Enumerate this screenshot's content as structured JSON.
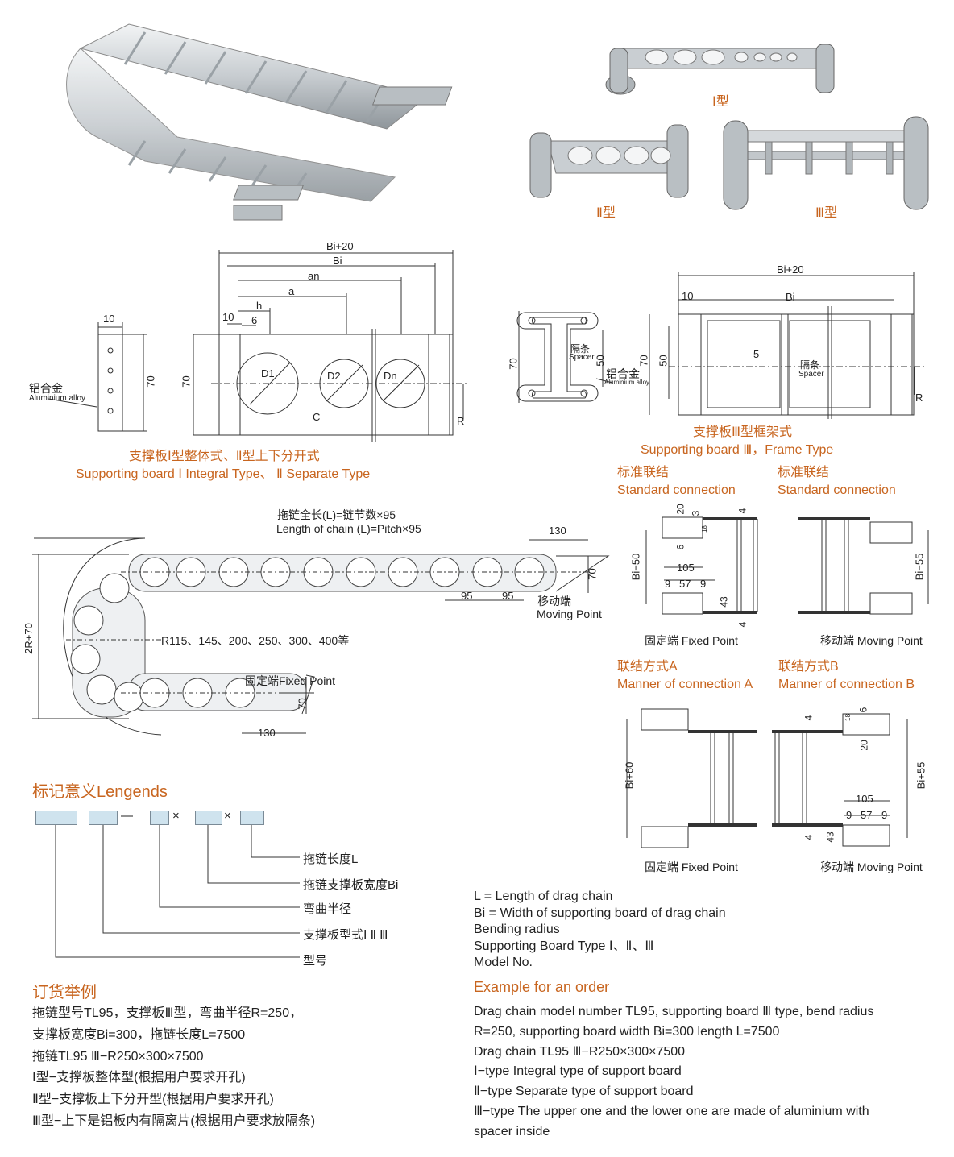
{
  "photos": {
    "type1_label": "Ⅰ型",
    "type2_label": "Ⅱ型",
    "type3_label": "Ⅲ型"
  },
  "fig1": {
    "bi20": "Bi+20",
    "bi": "Bi",
    "an": "an",
    "a": "a",
    "h": "h",
    "d10a": "10",
    "d10b": "10",
    "d6": "6",
    "d70a": "70",
    "d70b": "70",
    "D1": "D1",
    "D2": "D2",
    "Dn": "Dn",
    "C": "C",
    "R": "R",
    "alloy_cn": "铝合金",
    "alloy_en": "Aluminium alloy",
    "caption_cn": "支撑板Ⅰ型整体式、Ⅱ型上下分开式",
    "caption_en": "Supporting board Ⅰ Integral Type、 Ⅱ Separate Type"
  },
  "fig3": {
    "bi20": "Bi+20",
    "bi": "Bi",
    "d10": "10",
    "d70a": "70",
    "d50a": "50",
    "d70b": "70",
    "d50b": "50",
    "d5": "5",
    "spacer_cn": "隔条",
    "spacer_en": "Spacer",
    "spacer_cn2": "隔条",
    "spacer_en2": "Spacer",
    "alloy_cn": "铝合金",
    "alloy_en": "Aluminium alloy",
    "R": "R",
    "caption_cn": "支撑板Ⅲ型框架式",
    "caption_en": "Supporting board Ⅲ，Frame Type"
  },
  "conn": {
    "std_cn": "标准联结",
    "std_en": "Standard connection",
    "std_cn2": "标准联结",
    "std_en2": "Standard connection",
    "d20": "20",
    "d3": "3",
    "d4a": "4",
    "d6": "6",
    "d18": "18",
    "d105": "105",
    "d9a": "9",
    "d57": "57",
    "d9b": "9",
    "d43": "43",
    "d4b": "4",
    "bi50": "Bi−50",
    "bi55": "Bi−55",
    "fixed1": "固定端 Fixed Point",
    "moving1": "移动端 Moving Point",
    "a_cn": "联结方式A",
    "a_en": "Manner of connection A",
    "b_cn": "联结方式B",
    "b_en": "Manner of connection B",
    "bi60": "Bi+60",
    "bi55b": "Bi+55",
    "e4a": "4",
    "e6": "6",
    "e18": "18",
    "e20": "20",
    "e105": "105",
    "e9a": "9",
    "e57": "57",
    "e9b": "9",
    "e4b": "4",
    "e43": "43",
    "fixed2": "固定端 Fixed Point",
    "moving2": "移动端 Moving Point"
  },
  "chain": {
    "length_cn": "拖链全长(L)=链节数×95",
    "length_en": "Length of chain (L)=Pitch×95",
    "d130a": "130",
    "d70a": "70",
    "d95a": "95",
    "d95b": "95",
    "moving_cn": "移动端",
    "moving_en": "Moving Point",
    "radius": "R115、145、200、250、300、400等",
    "height": "2R+70",
    "fixed": "固定端Fixed Point",
    "d70b": "70",
    "d130b": "130"
  },
  "legend": {
    "title": "标记意义Lengends",
    "items": [
      "拖链长度L",
      "拖链支撑板宽度Bi",
      "弯曲半径",
      "支撑板型式Ⅰ Ⅱ Ⅲ",
      "型号"
    ],
    "dash": "—",
    "times1": "×",
    "times2": "×"
  },
  "legend_en": [
    "L = Length of drag chain",
    "Bi = Width of supporting board of drag chain",
    "Bending radius",
    "Supporting Board Type Ⅰ、Ⅱ、Ⅲ",
    "Model No."
  ],
  "order_cn": {
    "title": "订货举例",
    "lines": [
      "拖链型号TL95，支撑板Ⅲ型，弯曲半径R=250，",
      "支撑板宽度Bi=300，拖链长度L=7500",
      "拖链TL95 Ⅲ−R250×300×7500",
      "Ⅰ型−支撑板整体型(根据用户要求开孔)",
      "Ⅱ型−支撑板上下分开型(根据用户要求开孔)",
      "Ⅲ型−上下是铝板内有隔离片(根据用户要求放隔条)"
    ]
  },
  "order_en": {
    "title": "Example for an order",
    "lines": [
      "Drag chain model number TL95, supporting board Ⅲ type, bend radius",
      "R=250, supporting board width Bi=300 length L=7500",
      "Drag chain TL95 Ⅲ−R250×300×7500",
      "Ⅰ−type Integral type of support board",
      "Ⅱ−type Separate type of support board",
      "Ⅲ−type The upper one and the lower one are made of aluminium with",
      "spacer inside"
    ]
  }
}
